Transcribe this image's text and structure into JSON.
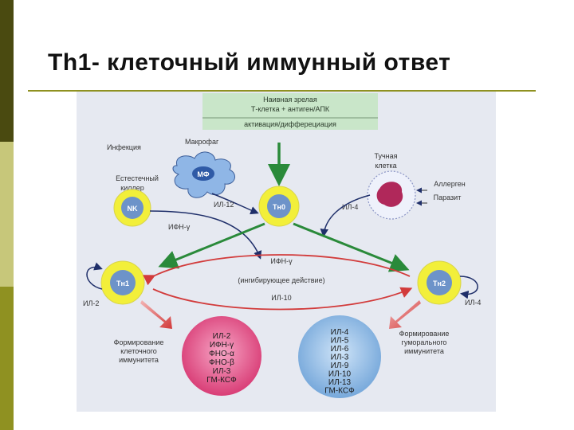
{
  "title": "Th1- клеточный иммунный ответ",
  "diagram": {
    "header_line1": "Наивная зрелая",
    "header_line2": "Т-клетка + антиген/АПК",
    "header_line3": "активация/дифферециация",
    "infection": "Инфекция",
    "macrophage": "Макрофаг",
    "mf": "МФ",
    "nk_label_line1": "Естестечный",
    "nk_label_line2": "киллер",
    "nk": "NK",
    "il12": "ИЛ-12",
    "ifng_nk": "ИФН-γ",
    "th0": "Тн0",
    "mast_line1": "Тучная",
    "mast_line2": "клетка",
    "allergen": "Аллерген",
    "parasite": "Паразит",
    "il4_mast": "ИЛ-4",
    "th1": "Тн1",
    "th2": "Тн2",
    "il2_left": "ИЛ-2",
    "il4_right": "ИЛ-4",
    "ifng_center": "ИФН-γ",
    "inhibit": "(ингибирующее действие)",
    "il10_center": "ИЛ-10",
    "cell_imm_line1": "Формирование",
    "cell_imm_line2": "клеточного",
    "cell_imm_line3": "иммунитета",
    "hum_imm_line1": "Формирование",
    "hum_imm_line2": "гуморального",
    "hum_imm_line3": "иммунитета",
    "th1_cytokines": [
      "ИЛ-2",
      "ИФН-γ",
      "ФНО-α",
      "ФНО-β",
      "ИЛ-3",
      "ГМ-КСФ"
    ],
    "th2_cytokines": [
      "ИЛ-4",
      "ИЛ-5",
      "ИЛ-6",
      "ИЛ-3",
      "ИЛ-9",
      "ИЛ-10",
      "ИЛ-13",
      "ГМ-КСФ"
    ]
  },
  "colors": {
    "cell_fill": "#f2ef3a",
    "cell_core": "#6d93c9",
    "green_arrow": "#2a8a3a",
    "red_arrow": "#d23b3b",
    "th1_circle": "#e0508a",
    "th2_circle": "#86b4e0"
  }
}
